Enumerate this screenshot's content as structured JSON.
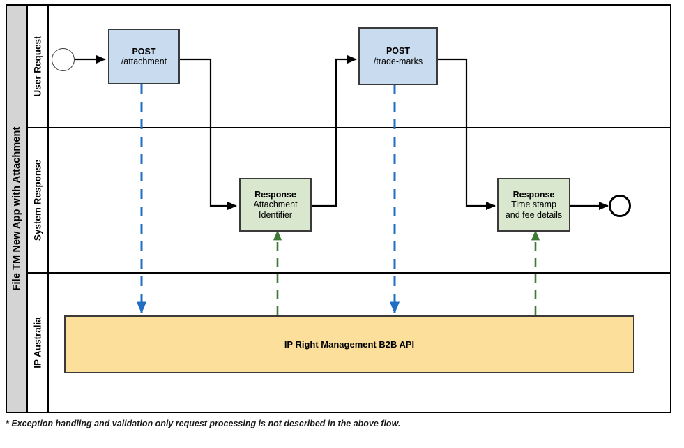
{
  "pool": {
    "title": "File TM New App with Attachment"
  },
  "lanes": [
    {
      "id": "user-request",
      "label": "User Request"
    },
    {
      "id": "system-response",
      "label": "System Response"
    },
    {
      "id": "ip-australia",
      "label": "IP Australia"
    }
  ],
  "tasks": [
    {
      "id": "post-attachment",
      "title": "POST",
      "sub": "/attachment",
      "fill": "blue"
    },
    {
      "id": "post-trade-marks",
      "title": "POST",
      "sub": "/trade-marks",
      "fill": "blue"
    },
    {
      "id": "response-attachment-identifier",
      "title": "Response",
      "sub": "Attachment\nIdentifier",
      "fill": "green"
    },
    {
      "id": "response-time-stamp-fee",
      "title": "Response",
      "sub": "Time stamp\nand fee details",
      "fill": "green"
    }
  ],
  "system": {
    "label": "IP Right Management B2B API"
  },
  "events": [
    {
      "id": "start-event",
      "type": "start"
    },
    {
      "id": "end-event",
      "type": "end"
    }
  ],
  "footnote": {
    "text": "* Exception handling and validation only request processing is not described in the above flow."
  },
  "colors": {
    "task_blue_fill": "#c9dcef",
    "task_green_fill": "#d9e7ce",
    "system_fill": "#fbdf9a",
    "task_border": "#3a3a3a",
    "pool_header_fill": "#d4d4d4",
    "message_down": "#1f6fc4",
    "message_up": "#3d7a35",
    "sequence_flow": "#000000"
  },
  "flows": [
    {
      "id": "flow-start-to-post-attachment",
      "from": "start-event",
      "to": "post-attachment",
      "kind": "sequence"
    },
    {
      "id": "flow-post-attachment-to-response-1",
      "from": "post-attachment",
      "to": "response-attachment-identifier",
      "kind": "sequence"
    },
    {
      "id": "flow-response-1-to-post-trade-marks",
      "from": "response-attachment-identifier",
      "to": "post-trade-marks",
      "kind": "sequence"
    },
    {
      "id": "flow-post-trade-marks-to-response-2",
      "from": "post-trade-marks",
      "to": "response-time-stamp-fee",
      "kind": "sequence"
    },
    {
      "id": "flow-response-2-to-end",
      "from": "response-time-stamp-fee",
      "to": "end-event",
      "kind": "sequence"
    },
    {
      "id": "message-post-attachment-to-api",
      "from": "post-attachment",
      "to": "system",
      "kind": "message-down"
    },
    {
      "id": "message-post-trade-marks-to-api",
      "from": "post-trade-marks",
      "to": "system",
      "kind": "message-down"
    },
    {
      "id": "message-api-to-response-1",
      "from": "system",
      "to": "response-attachment-identifier",
      "kind": "message-up"
    },
    {
      "id": "message-api-to-response-2",
      "from": "system",
      "to": "response-time-stamp-fee",
      "kind": "message-up"
    }
  ]
}
